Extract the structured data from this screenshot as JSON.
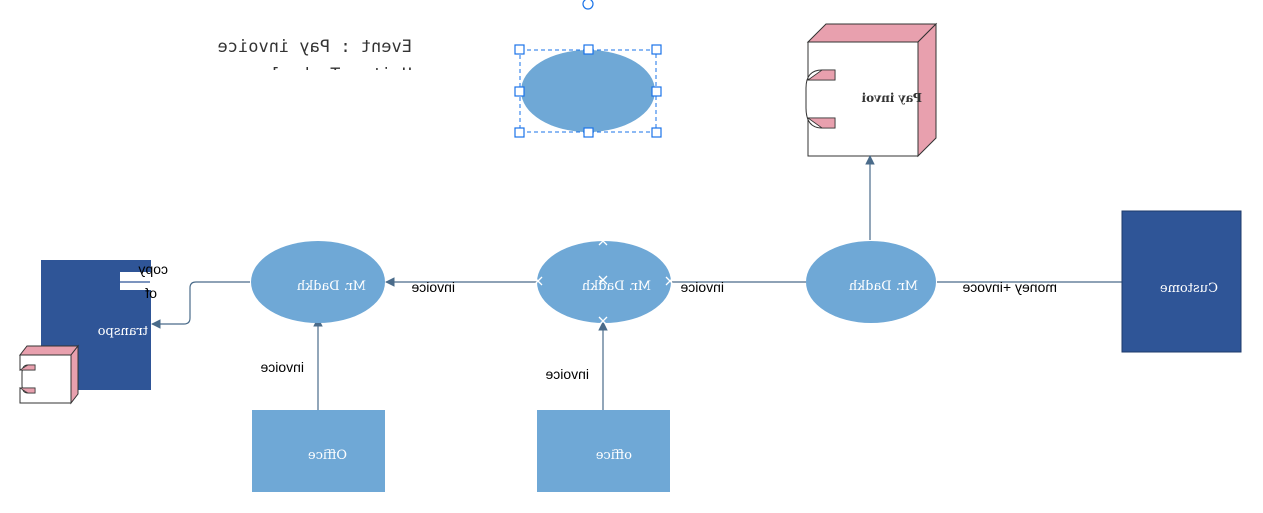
{
  "header": {
    "event_line": "Event : Pay invoice",
    "unit_line": "Unit : Technology"
  },
  "nodes": {
    "customer": {
      "label": "Custome"
    },
    "process_right": {
      "label": "Mr. Dadkh"
    },
    "process_middle": {
      "label": "Mr. Dadkh"
    },
    "process_left": {
      "label": "Mr. Dadkh"
    },
    "office_middle": {
      "label": "office"
    },
    "office_left": {
      "label": "Office"
    },
    "component_top": {
      "label": "Pay invoi"
    },
    "store_left": {
      "label": "transpo"
    }
  },
  "edges": {
    "customer_to_right": {
      "label": "money +invoce"
    },
    "right_to_middle": {
      "label": "invoice"
    },
    "middle_to_left": {
      "label": "invoice"
    },
    "office_middle_to_middle": {
      "label": "invoice"
    },
    "office_left_to_left": {
      "label": "invoice"
    },
    "left_to_store": {
      "label_lines": [
        "copy",
        "of"
      ]
    }
  },
  "colors": {
    "dark_blue": "#2f5597",
    "light_blue": "#6fa8d6",
    "line": "#4a6b8a",
    "pink": "#e8a0ae",
    "selection": "#1a73e8"
  },
  "text_direction": "mirrored"
}
